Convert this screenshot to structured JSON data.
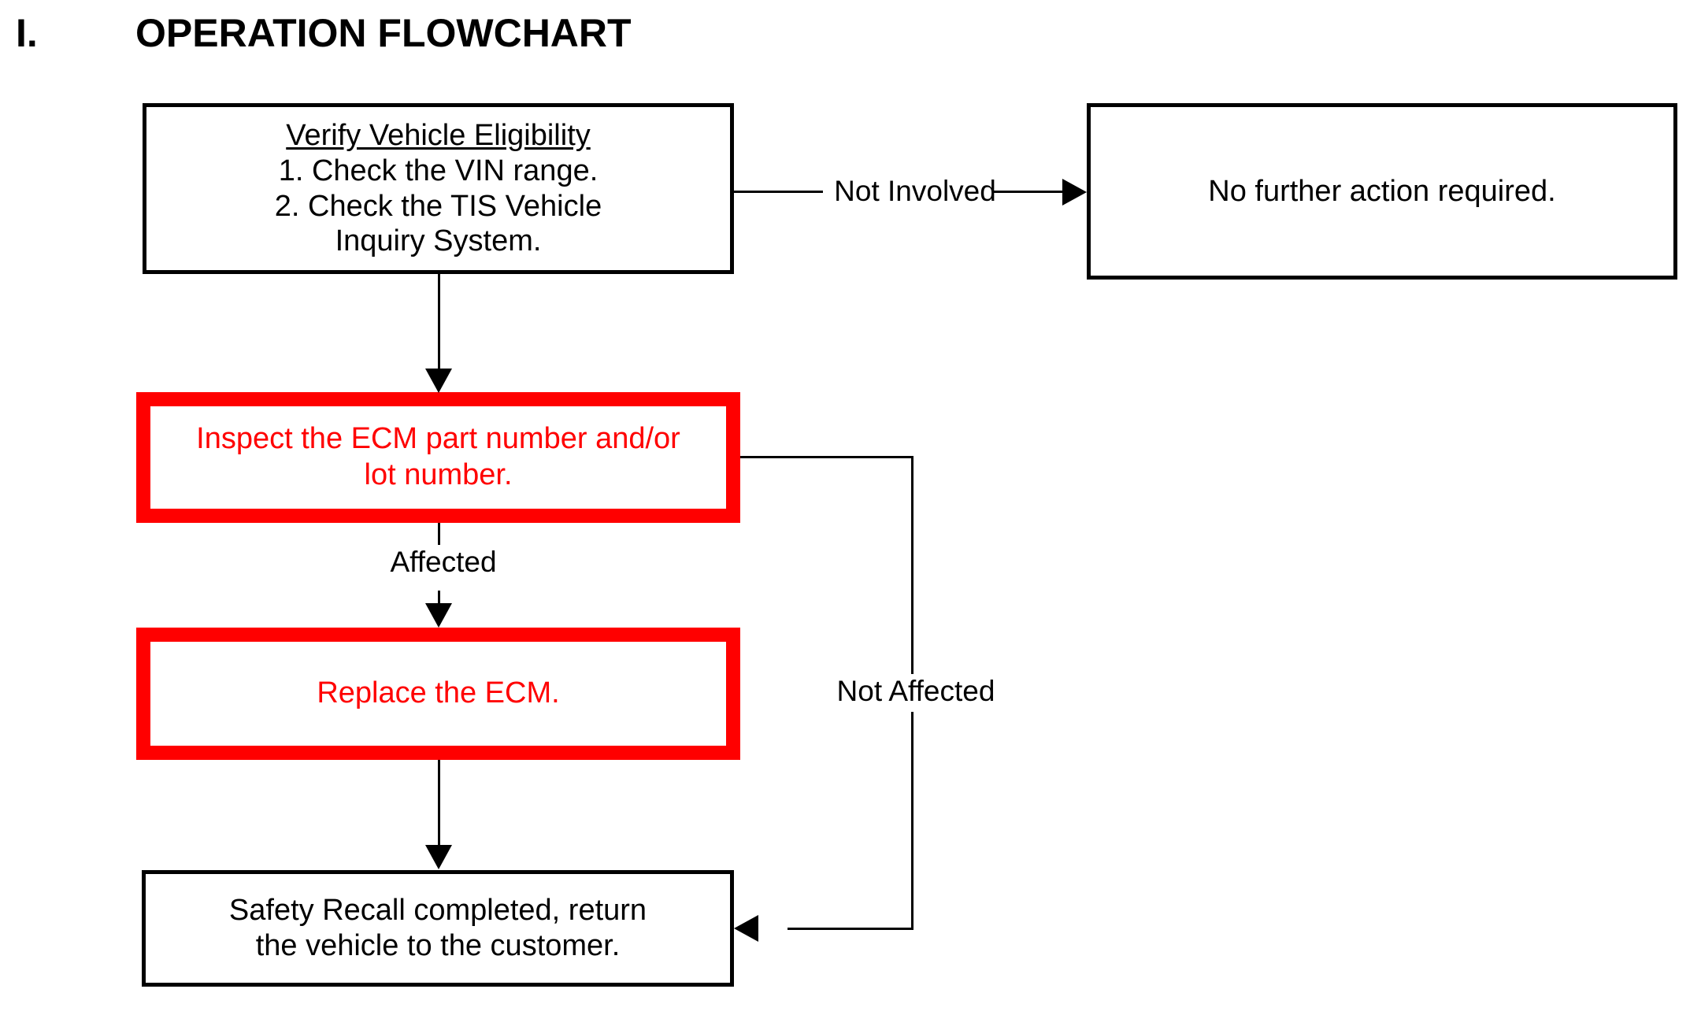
{
  "page": {
    "title_numeral": "I.",
    "title_text": "OPERATION FLOWCHART"
  },
  "colors": {
    "accent_red": "#FF0000",
    "outline_black": "#000000",
    "background": "#FFFFFF"
  },
  "nodes": {
    "verify": {
      "heading": "Verify Vehicle Eligibility",
      "step1": "1. Check the VIN range.",
      "step2_line1": "2. Check the TIS Vehicle",
      "step2_line2": "Inquiry System."
    },
    "no_action": {
      "text": "No further action required."
    },
    "inspect": {
      "line1": "Inspect the ECM part number and/or",
      "line2": "lot number."
    },
    "replace": {
      "text": "Replace the ECM."
    },
    "complete": {
      "line1": "Safety Recall completed, return",
      "line2": "the vehicle to the customer."
    }
  },
  "edges": {
    "not_involved": "Not Involved",
    "affected": "Affected",
    "not_affected": "Not Affected"
  }
}
